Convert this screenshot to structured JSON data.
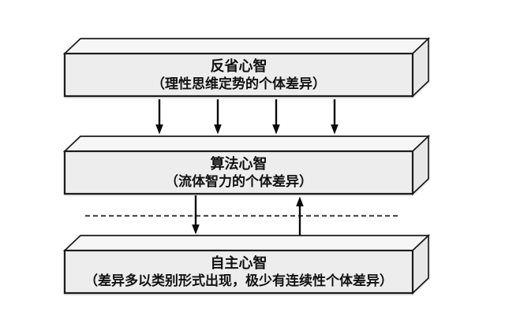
{
  "diagram": {
    "boxes": [
      {
        "title": "反省心智",
        "subtitle": "（理性思维定势的个体差异）"
      },
      {
        "title": "算法心智",
        "subtitle": "（流体智力的个体差异）"
      },
      {
        "title": "自主心智",
        "subtitle": "（差异多以类别形式出现，极少有连续性个体差异）"
      }
    ],
    "connections": [
      {
        "from": "反省心智",
        "to": "算法心智",
        "direction": "down",
        "arrow_count": 4
      },
      {
        "from": "算法心智",
        "to": "自主心智",
        "direction": "down",
        "arrow_count": 1
      },
      {
        "from": "自主心智",
        "to": "算法心智",
        "direction": "up",
        "arrow_count": 1
      }
    ],
    "divider": {
      "style": "dashed",
      "between": [
        "算法心智",
        "自主心智"
      ]
    },
    "colors": {
      "box_front": "#ededed",
      "box_top": "#f6f6f6",
      "box_side": "#e7e7e7",
      "outline": "#1c1c1c",
      "arrow": "#0a0a0a",
      "dashed_divider": "#4d4d4d",
      "background": "#ffffff",
      "text": "#111111"
    }
  }
}
